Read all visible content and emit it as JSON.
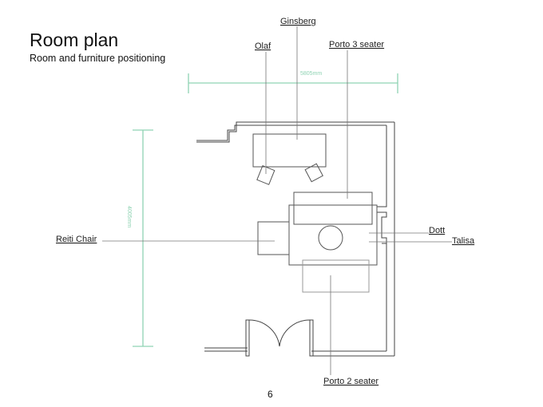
{
  "header": {
    "title": "Room plan",
    "subtitle": "Room and furniture positioning"
  },
  "dimensions": {
    "width_label": "5805mm",
    "height_label": "4005mm"
  },
  "labels": {
    "ginsberg": "Ginsberg",
    "olaf": "Olaf",
    "porto_3": "Porto 3 seater",
    "dott": "Dott",
    "talisa": "Talisa",
    "reiti": "Reiti Chair",
    "porto_2": "Porto 2 seater"
  },
  "colors": {
    "dimension_line": "#8fd3b3",
    "wall": "#444444",
    "leader": "#777777"
  },
  "footer": {
    "page_number": "6"
  }
}
